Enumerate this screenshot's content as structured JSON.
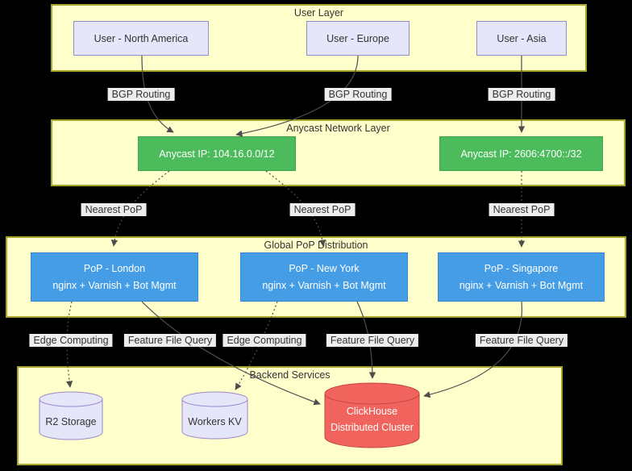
{
  "diagram": {
    "layers": {
      "user_layer": {
        "title": "User Layer"
      },
      "anycast_layer": {
        "title": "Anycast Network Layer"
      },
      "pop_layer": {
        "title": "Global PoP Distribution"
      },
      "backend_layer": {
        "title": "Backend Services"
      }
    },
    "nodes": {
      "user_na": "User - North America",
      "user_eu": "User - Europe",
      "user_asia": "User - Asia",
      "anycast_v4": "Anycast IP: 104.16.0.0/12",
      "anycast_v6": "Anycast IP: 2606:4700::/32",
      "pop_london": {
        "name": "PoP - London",
        "stack": "nginx + Varnish + Bot Mgmt"
      },
      "pop_newyork": {
        "name": "PoP - New York",
        "stack": "nginx + Varnish + Bot Mgmt"
      },
      "pop_singapore": {
        "name": "PoP - Singapore",
        "stack": "nginx + Varnish + Bot Mgmt"
      },
      "r2_storage": "R2 Storage",
      "workers_kv": "Workers KV",
      "clickhouse": {
        "line1": "ClickHouse",
        "line2": "Distributed Cluster"
      }
    },
    "edge_labels": {
      "bgp_routing": "BGP Routing",
      "nearest_pop": "Nearest PoP",
      "edge_computing": "Edge Computing",
      "feature_file_query": "Feature File Query"
    },
    "edges": [
      {
        "from": "User - North America",
        "to": "Anycast IP: 104.16.0.0/12",
        "label": "BGP Routing",
        "style": "solid"
      },
      {
        "from": "User - Europe",
        "to": "Anycast IP: 104.16.0.0/12",
        "label": "BGP Routing",
        "style": "solid"
      },
      {
        "from": "User - Asia",
        "to": "Anycast IP: 2606:4700::/32",
        "label": "BGP Routing",
        "style": "solid"
      },
      {
        "from": "Anycast IP: 104.16.0.0/12",
        "to": "PoP - London",
        "label": "Nearest PoP",
        "style": "dotted"
      },
      {
        "from": "Anycast IP: 104.16.0.0/12",
        "to": "PoP - New York",
        "label": "Nearest PoP",
        "style": "dotted"
      },
      {
        "from": "Anycast IP: 2606:4700::/32",
        "to": "PoP - Singapore",
        "label": "Nearest PoP",
        "style": "dotted"
      },
      {
        "from": "PoP - London",
        "to": "R2 Storage",
        "label": "Edge Computing",
        "style": "dotted"
      },
      {
        "from": "PoP - London",
        "to": "ClickHouse Distributed Cluster",
        "label": "Feature File Query",
        "style": "solid"
      },
      {
        "from": "PoP - New York",
        "to": "Workers KV",
        "label": "Edge Computing",
        "style": "dotted"
      },
      {
        "from": "PoP - New York",
        "to": "ClickHouse Distributed Cluster",
        "label": "Feature File Query",
        "style": "solid"
      },
      {
        "from": "PoP - Singapore",
        "to": "ClickHouse Distributed Cluster",
        "label": "Feature File Query",
        "style": "solid"
      }
    ]
  },
  "colors": {
    "canvas_bg": "#000000",
    "layer_fill": "#FFFFCC",
    "layer_border": "#A8A72C",
    "user_fill": "#E6E6FA",
    "user_border": "#8E8ECD",
    "anycast_fill": "#4CBB5C",
    "anycast_border": "#3FA450",
    "pop_fill": "#459EE5",
    "pop_border": "#3787CC",
    "db_fill": "#E6E6FA",
    "db_border": "#9A87CE",
    "clickhouse_fill": "#F1645D",
    "clickhouse_border": "#C4453E",
    "edge_label_bg": "#EDEDED",
    "edge_color": "#4D4D4D",
    "text_dark": "#333333",
    "text_light": "#FFFFFF"
  }
}
